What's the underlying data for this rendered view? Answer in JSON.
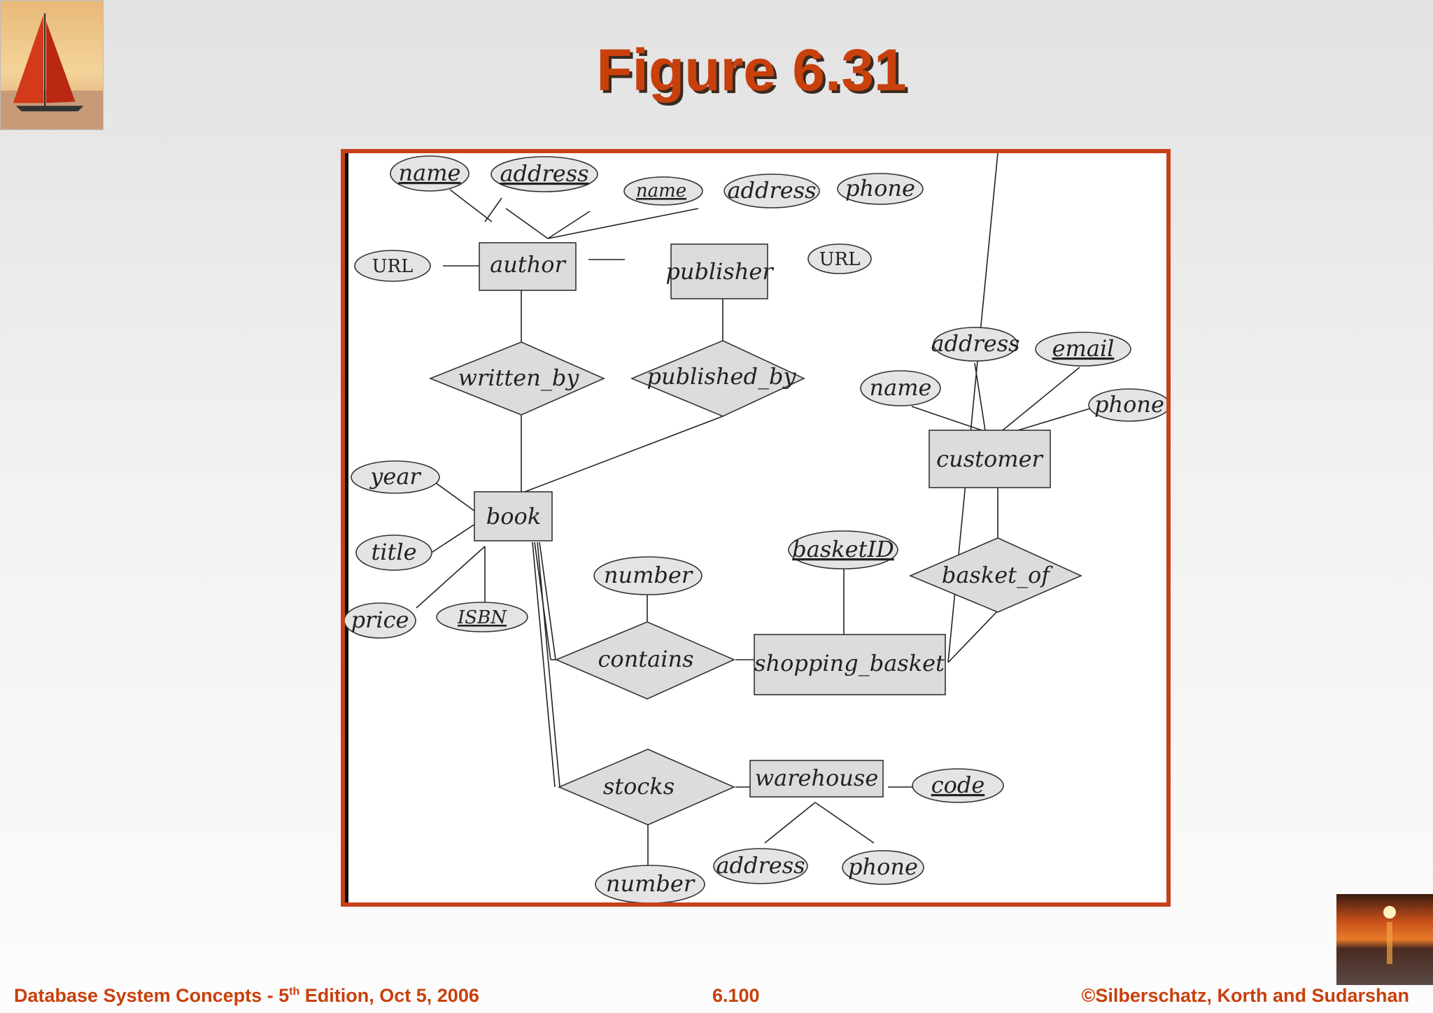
{
  "slide": {
    "title": "Figure 6.31",
    "footer_left_prefix": "Database System Concepts - 5",
    "footer_left_sup": "th",
    "footer_left_suffix": " Edition, Oct 5, 2006",
    "footer_center": "6.100",
    "footer_right": "©Silberschatz, Korth and Sudarshan"
  },
  "diagram": {
    "entities": {
      "author": "author",
      "publisher": "publisher",
      "book": "book",
      "customer": "customer",
      "shopping_basket": "shopping_basket",
      "warehouse": "warehouse"
    },
    "relationships": {
      "written_by": "written_by",
      "published_by": "published_by",
      "basket_of": "basket_of",
      "contains": "contains",
      "stocks": "stocks"
    },
    "attributes": {
      "author_name": "name",
      "author_address": "address",
      "author_url": "URL",
      "publisher_name": "name",
      "publisher_address": "address",
      "publisher_phone": "phone",
      "publisher_url": "URL",
      "customer_address": "address",
      "customer_email": "email",
      "customer_name": "name",
      "customer_phone": "phone",
      "book_year": "year",
      "book_title": "title",
      "book_price": "price",
      "book_isbn": "ISBN",
      "contains_number": "number",
      "basket_id": "basketID",
      "warehouse_code": "code",
      "warehouse_address": "address",
      "warehouse_phone": "phone",
      "stocks_number": "number"
    },
    "colors": {
      "frame": "#c8401a",
      "shape_fill": "#dcdcdc",
      "title": "#c8400c"
    }
  }
}
